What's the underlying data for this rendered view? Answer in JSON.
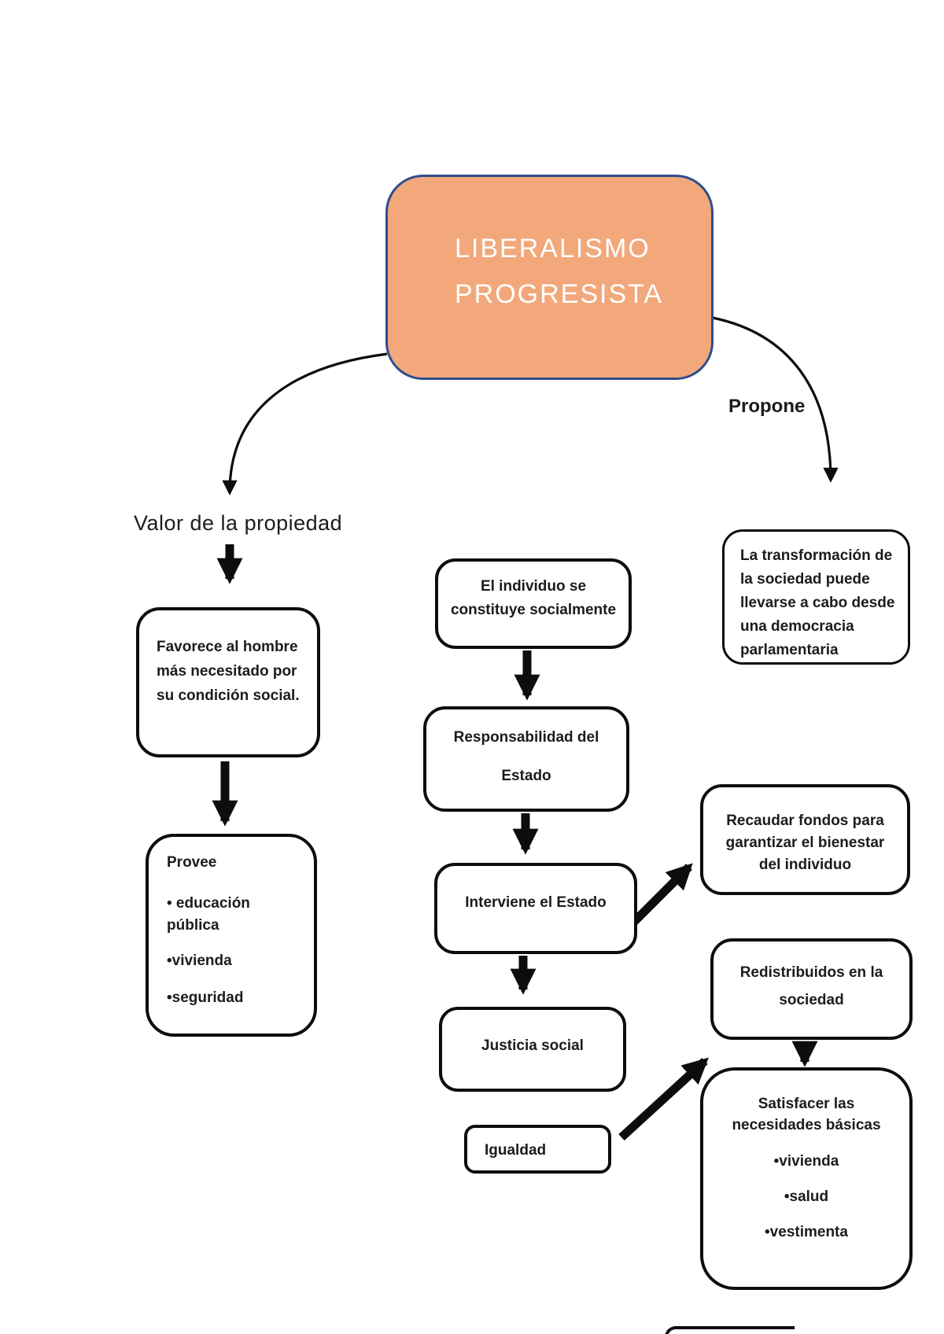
{
  "title": {
    "lines": [
      "LIBERALISMO",
      "PROGRESISTA"
    ]
  },
  "labels": {
    "propone": "Propone",
    "valor": "Valor de la propiedad"
  },
  "boxes": {
    "transformacion": {
      "lines": [
        "La transformación de",
        "la sociedad puede",
        "llevarse a cabo desde",
        "una democracia",
        "parlamentaria"
      ]
    },
    "favorece": {
      "lines": [
        "Favorece al hombre",
        "más necesitado por",
        "su condición social."
      ]
    },
    "provee": {
      "lines": [
        "Provee",
        "• educación",
        "pública",
        "•vivienda",
        "•seguridad"
      ]
    },
    "individuo": {
      "lines": [
        "El individuo se",
        "constituye socialmente"
      ]
    },
    "responsabilidad": {
      "lines": [
        "Responsabilidad del",
        "Estado"
      ]
    },
    "interviene": {
      "lines": [
        "Interviene el Estado"
      ]
    },
    "justicia": {
      "lines": [
        "Justicia social"
      ]
    },
    "igualdad": {
      "lines": [
        "Igualdad"
      ]
    },
    "recaudar": {
      "lines": [
        "Recaudar fondos para",
        "garantizar el bienestar",
        "del individuo"
      ]
    },
    "redistribuidos": {
      "lines": [
        "Redistribuidos en la",
        "sociedad"
      ]
    },
    "satisfacer": {
      "lines": [
        "Satisfacer las",
        "necesidades básicas",
        "•vivienda",
        "•salud",
        "•vestimenta"
      ]
    }
  },
  "colors": {
    "title_fill": "#f2a87b",
    "title_border": "#2e4d8e",
    "title_text": "#ffffff",
    "box_border": "#0d0d0d",
    "text": "#1c1c1c",
    "background": "#ffffff"
  }
}
